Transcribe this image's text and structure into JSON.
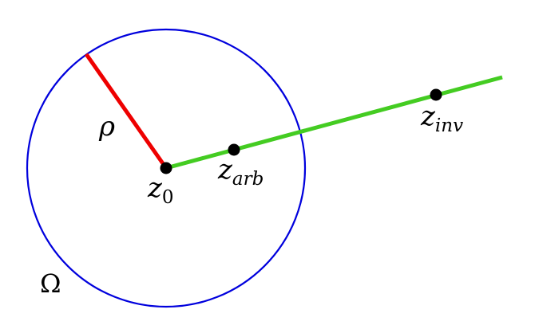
{
  "diagram": {
    "colors": {
      "circle": "#0000dd",
      "radius": "#ee0000",
      "ray": "#44cc22",
      "point": "#000000",
      "background": "#ffffff"
    },
    "labels": {
      "rho": "ρ",
      "z0_main": "z",
      "z0_sub": "0",
      "zarb_main": "z",
      "zarb_sub": "arb",
      "zinv_main": "z",
      "zinv_sub": "inv",
      "omega": "Ω"
    },
    "points": [
      "z0",
      "zarb",
      "zinv"
    ]
  }
}
